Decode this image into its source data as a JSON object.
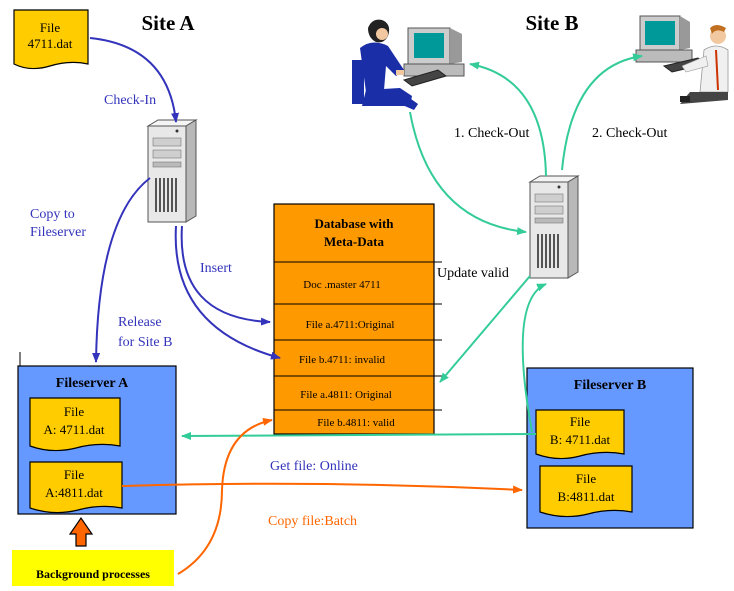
{
  "sites": {
    "a": "Site A",
    "b": "Site B"
  },
  "file_note": {
    "line1": "File",
    "line2": "4711.dat"
  },
  "labels": {
    "check_in": "Check-In",
    "copy_to_line1": "Copy to",
    "copy_to_line2": "Fileserver",
    "insert": "Insert",
    "release_line1": "Release",
    "release_line2": "for Site B",
    "check_out_1": "1. Check-Out",
    "check_out_2": "2. Check-Out",
    "update_valid": "Update valid",
    "get_file": "Get file: Online",
    "copy_file": "Copy file:Batch"
  },
  "database": {
    "title_line1": "Database with",
    "title_line2": "Meta-Data",
    "rows": [
      "Doc .master 4711",
      "File  a.4711:Original",
      "File b.4711: invalid",
      "File  a.4811: Original",
      "File  b.4811: valid"
    ]
  },
  "fileserver_a": {
    "title": "Fileserver  A",
    "file1_line1": "File",
    "file1_line2": "A: 4711.dat",
    "file2_line1": "File",
    "file2_line2": "A:4811.dat"
  },
  "fileserver_b": {
    "title": "Fileserver B",
    "file1_line1": "File",
    "file1_line2": "B: 4711.dat",
    "file2_line1": "File",
    "file2_line2": "B:4811.dat"
  },
  "background": {
    "label": "Background processes"
  },
  "colors": {
    "blue_arrow": "#3333bb",
    "teal_arrow": "#33cc99",
    "orange_arrow": "#ff6600",
    "file_fill": "#ffcc00",
    "db_fill": "#ff9900",
    "server_fill": "#6699ff",
    "label_blue": "#3333bb",
    "label_orange": "#ff6600"
  }
}
